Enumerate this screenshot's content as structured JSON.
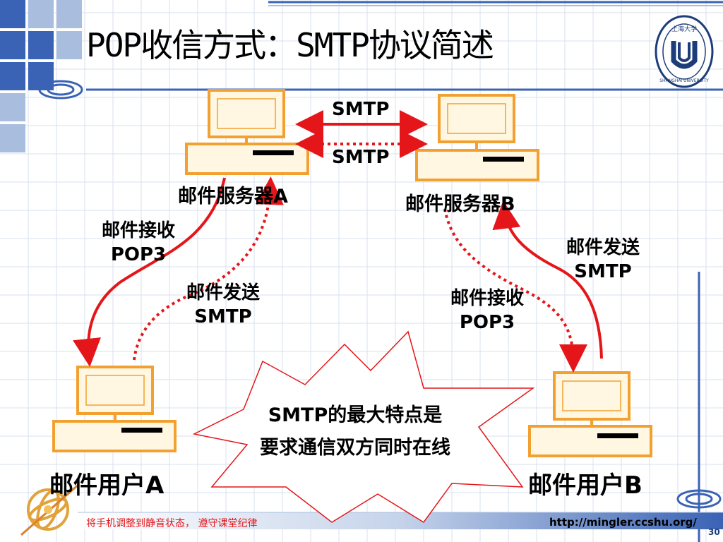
{
  "slide": {
    "title": "POP收信方式：SMTP协议简述",
    "footer_notice": "将手机调整到静音状态， 遵守课堂纪律",
    "footer_url": "http://mingler.ccshu.org/",
    "page_number": "30"
  },
  "colors": {
    "accent_blue": "#3a63b5",
    "light_blue": "#a9bedf",
    "arrow_red": "#e4161a",
    "computer_orange": "#f2a030",
    "screen_fill": "#fff7e2",
    "grid_line": "#d7e1ef"
  },
  "diagram": {
    "server_a": "邮件服务器A",
    "server_b": "邮件服务器B",
    "user_a": "邮件用户A",
    "user_b": "邮件用户B",
    "link_top": "SMTP",
    "link_bottom": "SMTP",
    "left_receive": {
      "title": "邮件接收",
      "protocol": "POP3"
    },
    "left_send": {
      "title": "邮件发送",
      "protocol": "SMTP"
    },
    "right_receive": {
      "title": "邮件接收",
      "protocol": "POP3"
    },
    "right_send": {
      "title": "邮件发送",
      "protocol": "SMTP"
    },
    "callout_line1": "SMTP的最大特点是",
    "callout_line2": "要求通信双方同时在线"
  },
  "logo": {
    "name": "shanghai-university-logo",
    "text": "SHANGHAI UNIVERSITY",
    "chinese": "上海大学"
  },
  "icons": [
    "university-seal-icon",
    "armillary-sphere-icon",
    "ring-ornament-icon"
  ]
}
